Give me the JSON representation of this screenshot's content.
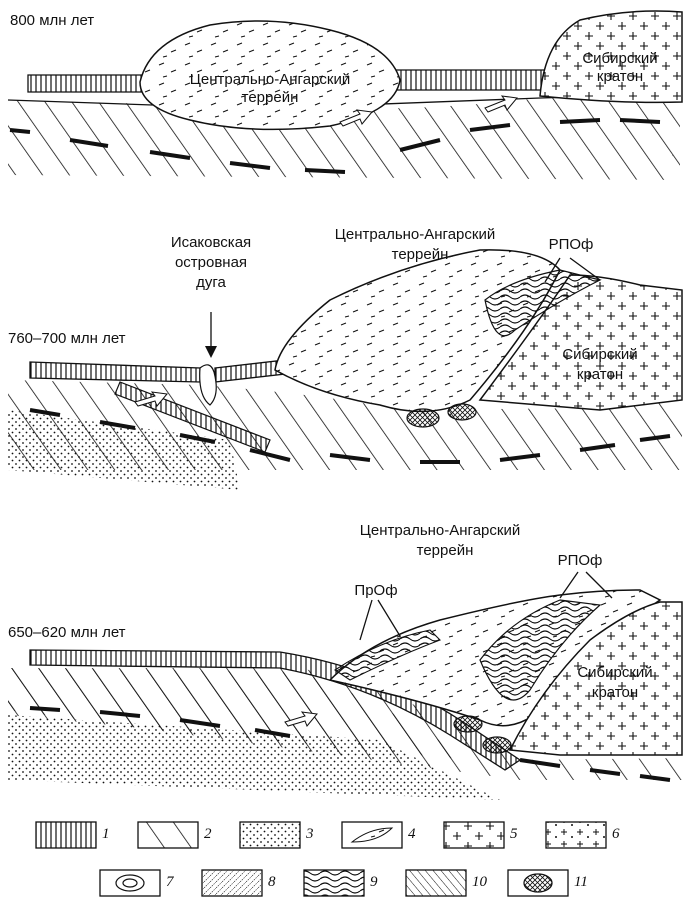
{
  "stages": [
    {
      "age": "800 млн лет",
      "labels": {
        "terrane_line1": "Центрально-Ангарский",
        "terrane_line2": "террейн",
        "craton_line1": "Сибирский",
        "craton_line2": "кратон"
      }
    },
    {
      "age": "760–700 млн лет",
      "labels": {
        "arc_line1": "Исаковская",
        "arc_line2": "островная",
        "arc_line3": "дуга",
        "terrane_line1": "Центрально-Ангарский",
        "terrane_line2": "террейн",
        "ophiolite": "РПОф",
        "craton_line1": "Сибирский",
        "craton_line2": "кратон"
      }
    },
    {
      "age": "650–620 млн лет",
      "labels": {
        "terrane_line1": "Центрально-Ангарский",
        "terrane_line2": "террейн",
        "ophiolite_pr": "ПрОф",
        "ophiolite": "РПОф",
        "craton_line1": "Сибирский",
        "craton_line2": "кратон"
      }
    }
  ],
  "legend": [
    {
      "number": "1",
      "pattern": "vertical-lines"
    },
    {
      "number": "2",
      "pattern": "diagonal-lines"
    },
    {
      "number": "3",
      "pattern": "dots"
    },
    {
      "number": "4",
      "pattern": "lens-dashes"
    },
    {
      "number": "5",
      "pattern": "crosses"
    },
    {
      "number": "6",
      "pattern": "crosses-dots"
    },
    {
      "number": "7",
      "pattern": "nested-ovals"
    },
    {
      "number": "8",
      "pattern": "fine-dashes"
    },
    {
      "number": "9",
      "pattern": "waves"
    },
    {
      "number": "10",
      "pattern": "dense-diagonals"
    },
    {
      "number": "11",
      "pattern": "hatched-oval"
    }
  ]
}
